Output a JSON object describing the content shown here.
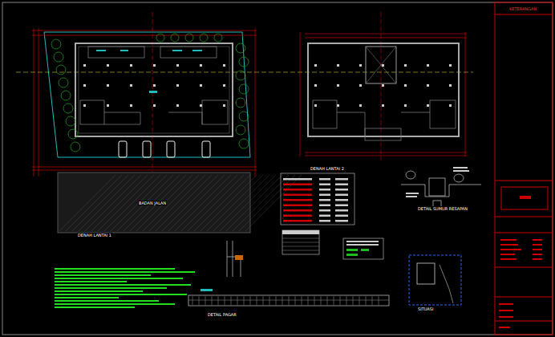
{
  "diagram": {
    "labels": [
      "DENAH LANTAI 1",
      "DENAH LANTAI 2",
      "BADAN JALAN",
      "DETAIL PAGAR",
      "DETAIL SUMUR RESAPAN",
      "SITUASI",
      "KETERANGAN"
    ]
  }
}
